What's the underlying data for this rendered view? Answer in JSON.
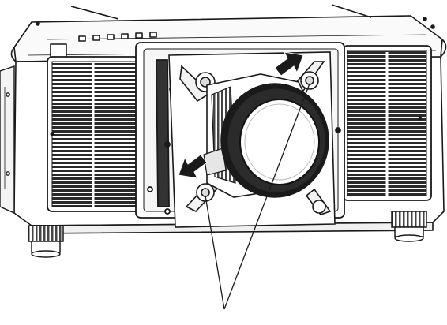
{
  "figure": {
    "subject": "projector-front-lens-installation",
    "style": "monochrome-line-illustration",
    "callouts": {
      "arrows": 2,
      "leader_lines": 2
    },
    "colors": {
      "ink": "#1a1a1a",
      "body_fill": "#ffffff",
      "vent_fill": "#2a2a2a",
      "lens_dark": "#111111",
      "lens_glass": "#ffffff"
    }
  }
}
